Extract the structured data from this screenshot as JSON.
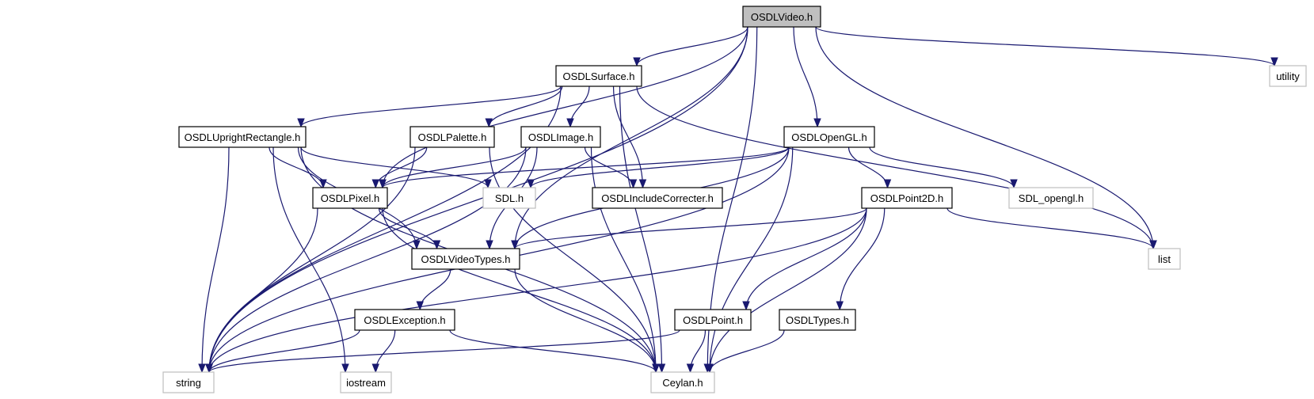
{
  "nodes": [
    {
      "id": "OSDLVideo",
      "label": "OSDLVideo.h",
      "focus": true
    },
    {
      "id": "OSDLSurface",
      "label": "OSDLSurface.h"
    },
    {
      "id": "utility",
      "label": "utility",
      "external": true
    },
    {
      "id": "OSDLUprightRectangle",
      "label": "OSDLUprightRectangle.h"
    },
    {
      "id": "OSDLPalette",
      "label": "OSDLPalette.h"
    },
    {
      "id": "OSDLImage",
      "label": "OSDLImage.h"
    },
    {
      "id": "OSDLOpenGL",
      "label": "OSDLOpenGL.h"
    },
    {
      "id": "OSDLPixel",
      "label": "OSDLPixel.h"
    },
    {
      "id": "SDL",
      "label": "SDL.h",
      "external": true
    },
    {
      "id": "OSDLIncludeCorrecter",
      "label": "OSDLIncludeCorrecter.h"
    },
    {
      "id": "OSDLPoint2D",
      "label": "OSDLPoint2D.h"
    },
    {
      "id": "SDL_opengl",
      "label": "SDL_opengl.h",
      "external": true
    },
    {
      "id": "OSDLVideoTypes",
      "label": "OSDLVideoTypes.h"
    },
    {
      "id": "list",
      "label": "list",
      "external": true
    },
    {
      "id": "OSDLException",
      "label": "OSDLException.h"
    },
    {
      "id": "OSDLPoint",
      "label": "OSDLPoint.h"
    },
    {
      "id": "OSDLTypes",
      "label": "OSDLTypes.h"
    },
    {
      "id": "string",
      "label": "string",
      "external": true
    },
    {
      "id": "iostream",
      "label": "iostream",
      "external": true
    },
    {
      "id": "Ceylan",
      "label": "Ceylan.h",
      "external": true
    }
  ],
  "edges": [
    [
      "OSDLVideo",
      "string"
    ],
    [
      "OSDLVideo",
      "OSDLSurface"
    ],
    [
      "OSDLVideo",
      "OSDLPixel"
    ],
    [
      "OSDLVideo",
      "OSDLVideoTypes"
    ],
    [
      "OSDLVideo",
      "OSDLOpenGL"
    ],
    [
      "OSDLVideo",
      "list"
    ],
    [
      "OSDLVideo",
      "Ceylan"
    ],
    [
      "OSDLVideo",
      "utility"
    ],
    [
      "OSDLSurface",
      "string"
    ],
    [
      "OSDLSurface",
      "OSDLUprightRectangle"
    ],
    [
      "OSDLSurface",
      "OSDLPalette"
    ],
    [
      "OSDLSurface",
      "OSDLImage"
    ],
    [
      "OSDLSurface",
      "OSDLIncludeCorrecter"
    ],
    [
      "OSDLSurface",
      "Ceylan"
    ],
    [
      "OSDLSurface",
      "list"
    ],
    [
      "OSDLUprightRectangle",
      "string"
    ],
    [
      "OSDLUprightRectangle",
      "iostream"
    ],
    [
      "OSDLUprightRectangle",
      "OSDLPixel"
    ],
    [
      "OSDLUprightRectangle",
      "OSDLVideoTypes"
    ],
    [
      "OSDLUprightRectangle",
      "Ceylan"
    ],
    [
      "OSDLUprightRectangle",
      "SDL"
    ],
    [
      "OSDLPalette",
      "string"
    ],
    [
      "OSDLPalette",
      "OSDLPixel"
    ],
    [
      "OSDLPalette",
      "Ceylan"
    ],
    [
      "OSDLImage",
      "OSDLPixel"
    ],
    [
      "OSDLImage",
      "OSDLVideoTypes"
    ],
    [
      "OSDLImage",
      "OSDLIncludeCorrecter"
    ],
    [
      "OSDLImage",
      "Ceylan"
    ],
    [
      "OSDLImage",
      "string"
    ],
    [
      "OSDLOpenGL",
      "OSDLPixel"
    ],
    [
      "OSDLOpenGL",
      "SDL"
    ],
    [
      "OSDLOpenGL",
      "OSDLVideoTypes"
    ],
    [
      "OSDLOpenGL",
      "string"
    ],
    [
      "OSDLOpenGL",
      "OSDLPoint2D"
    ],
    [
      "OSDLOpenGL",
      "SDL_opengl"
    ],
    [
      "OSDLOpenGL",
      "Ceylan"
    ],
    [
      "OSDLPixel",
      "OSDLVideoTypes"
    ],
    [
      "OSDLPixel",
      "string"
    ],
    [
      "OSDLPixel",
      "Ceylan"
    ],
    [
      "OSDLPoint2D",
      "OSDLVideoTypes"
    ],
    [
      "OSDLPoint2D",
      "string"
    ],
    [
      "OSDLPoint2D",
      "OSDLPoint"
    ],
    [
      "OSDLPoint2D",
      "OSDLTypes"
    ],
    [
      "OSDLPoint2D",
      "Ceylan"
    ],
    [
      "OSDLPoint2D",
      "list"
    ],
    [
      "OSDLVideoTypes",
      "OSDLException"
    ],
    [
      "OSDLVideoTypes",
      "Ceylan"
    ],
    [
      "OSDLException",
      "string"
    ],
    [
      "OSDLException",
      "iostream"
    ],
    [
      "OSDLException",
      "Ceylan"
    ],
    [
      "OSDLPoint",
      "string"
    ],
    [
      "OSDLPoint",
      "Ceylan"
    ],
    [
      "OSDLTypes",
      "Ceylan"
    ]
  ]
}
